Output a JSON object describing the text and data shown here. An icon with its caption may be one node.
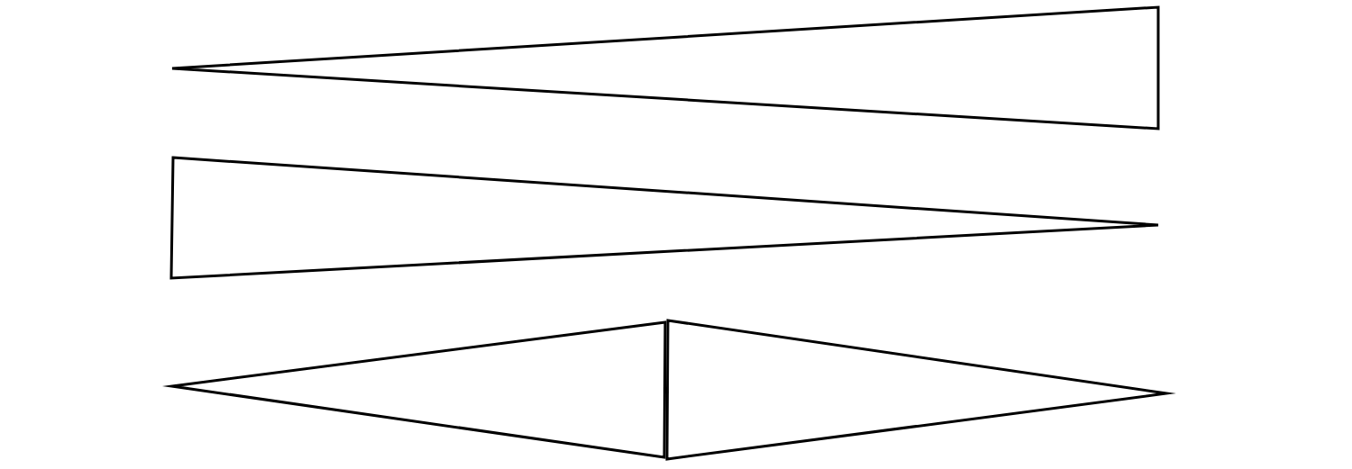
{
  "diagram": {
    "nodes": [
      {
        "text": [],
        "shape": "triangle"
      },
      {
        "text": [],
        "shape": "triangle"
      },
      {
        "text": [],
        "shape": "triangle"
      },
      {
        "text": [],
        "shape": "triangle"
      }
    ]
  }
}
